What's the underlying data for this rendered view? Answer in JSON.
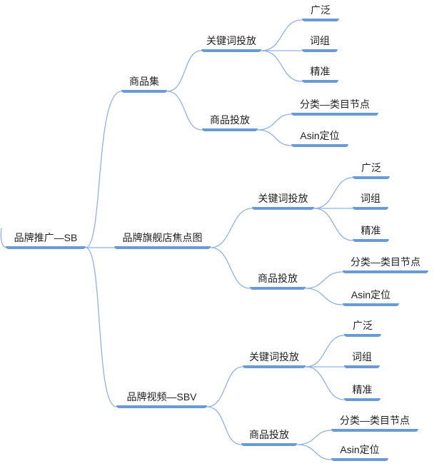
{
  "colors": {
    "node_underline": "#6a9ad6",
    "connector": "#8fb2e2",
    "text": "#212121",
    "background": "#ffffff"
  },
  "mindmap": {
    "root": {
      "label": "品牌推广—SB",
      "children": [
        {
          "label": "商品集",
          "children": [
            {
              "label": "关键词投放",
              "children": [
                {
                  "label": "广泛"
                },
                {
                  "label": "词组"
                },
                {
                  "label": "精准"
                }
              ]
            },
            {
              "label": "商品投放",
              "children": [
                {
                  "label": "分类—类目节点"
                },
                {
                  "label": "Asin定位"
                }
              ]
            }
          ]
        },
        {
          "label": "品牌旗舰店焦点图",
          "children": [
            {
              "label": "关键词投放",
              "children": [
                {
                  "label": "广泛"
                },
                {
                  "label": "词组"
                },
                {
                  "label": "精准"
                }
              ]
            },
            {
              "label": "商品投放",
              "children": [
                {
                  "label": "分类—类目节点"
                },
                {
                  "label": "Asin定位"
                }
              ]
            }
          ]
        },
        {
          "label": "品牌视频—SBV",
          "children": [
            {
              "label": "关键词投放",
              "children": [
                {
                  "label": "广泛"
                },
                {
                  "label": "词组"
                },
                {
                  "label": "精准"
                }
              ]
            },
            {
              "label": "商品投放",
              "children": [
                {
                  "label": "分类—类目节点"
                },
                {
                  "label": "Asin定位"
                }
              ]
            }
          ]
        }
      ]
    }
  }
}
